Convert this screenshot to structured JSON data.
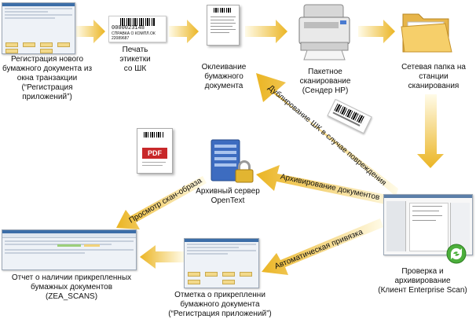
{
  "nodes": {
    "registration": {
      "caption": "Регистрация нового\nбумажного документа из\nокна транзакции\n(“Регистрация приложений”)"
    },
    "print_label": {
      "caption": "Печать\nэтикетки\nсо ШК",
      "label_number": "0000023148",
      "label_line1": "СПРАВКА О КОМПЛ.ОК",
      "label_line2": "22089687"
    },
    "paste": {
      "caption": "Оклеивание\nбумажного\nдокумента"
    },
    "batch_scan": {
      "caption": "Пакетное\nсканирование\n(Сендер HP)"
    },
    "network_folder": {
      "caption": "Сетевая папка на\nстанции\nсканирования"
    },
    "pdf": {
      "badge": "PDF"
    },
    "archive_server": {
      "caption": "Архивный сервер\nOpenText"
    },
    "verify": {
      "caption": "Проверка и\nархивирование\n(Клиент Enterprise Scan)"
    },
    "report": {
      "caption": "Отчет о наличии прикрепленных\nбумажных документов\n(ZEA_SCANS)"
    },
    "attach_mark": {
      "caption": "Отметка о прикрепленни\nбумажного документа\n(“Регистрация приложений”)"
    }
  },
  "arrow_labels": {
    "duplicate": "Дублирование ШК в случае повреждения",
    "archiving": "Архивирование документов",
    "preview": "Просмотр скан-образа",
    "auto_link": "Автоматическая привязка"
  },
  "colors": {
    "arrow_light": "#fdf3c8",
    "arrow_dark": "#e9b21a",
    "pdf_red": "#c8282a"
  }
}
